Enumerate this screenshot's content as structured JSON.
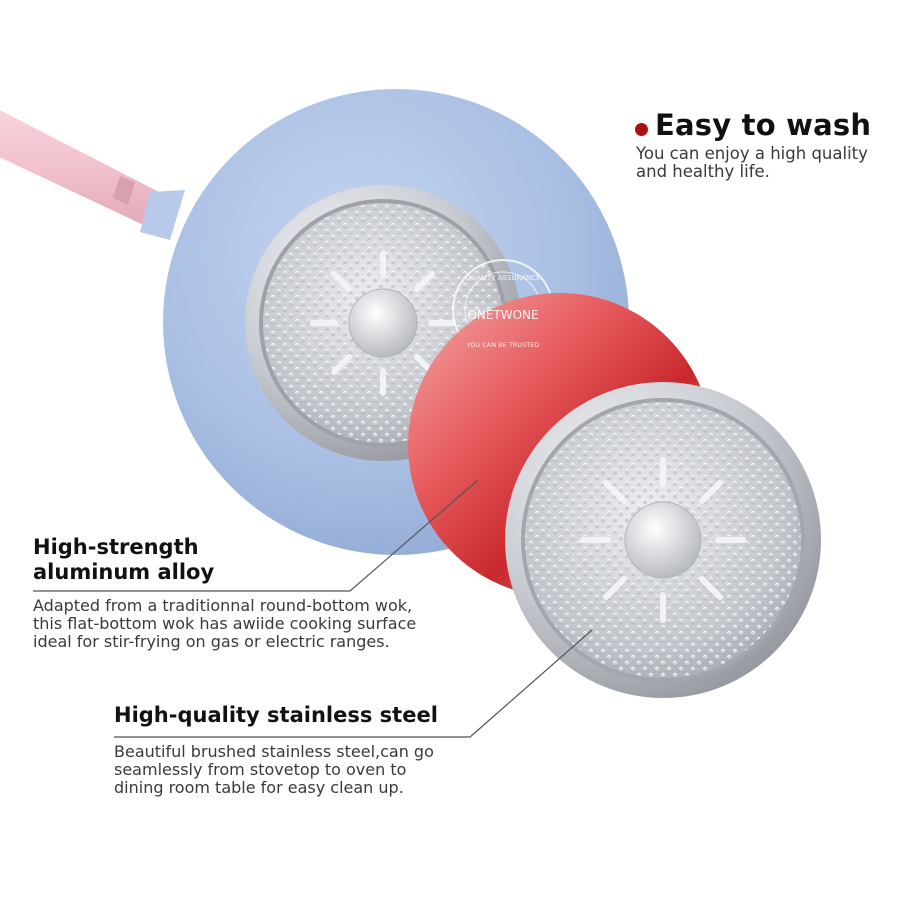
{
  "features": {
    "wash": {
      "title": "Easy to wash",
      "description": "You can enjoy a high quality\nand healthy life."
    },
    "alloy": {
      "title": "High-strength\naluminum alloy",
      "description": "Adapted from a traditionnal round-bottom wok,\nthis flat-bottom wok has awiide cooking surface\nideal for stir-frying on gas or electric ranges."
    },
    "steel": {
      "title": "High-quality stainless steel",
      "description": "Beautiful brushed stainless steel,can go\nseamlessly from stovetop to oven to\ndining room table for easy clean up."
    }
  },
  "watermark": {
    "brand": "ONETWONE",
    "ring_top": "QUALITY ASSURANCE",
    "ring_bottom": "YOU CAN BE TRUSTED"
  },
  "colors": {
    "accent_red": "#b00d12",
    "wok_body_blue": "#a9bfe3",
    "handle_pink": "#f2c3cf",
    "aluminum_red": "#d92e34",
    "steel_silver": "#c9ccd2"
  }
}
